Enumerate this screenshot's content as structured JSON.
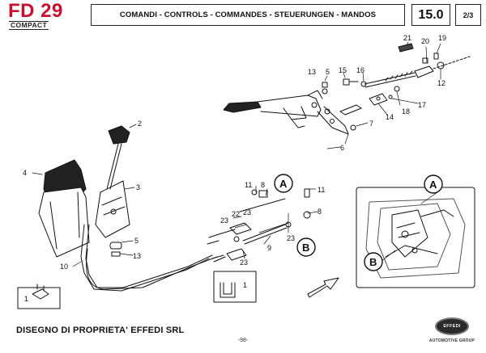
{
  "brand": {
    "model": "FD 29",
    "sub": "COMPACT"
  },
  "header": {
    "title": "COMANDI - CONTROLS - COMMANDES - STEUERUNGEN - MANDOS",
    "section": "15.0",
    "page": "2/3"
  },
  "callouts": [
    "1",
    "2",
    "3",
    "4",
    "5",
    "6",
    "7",
    "8",
    "9",
    "10",
    "11",
    "12",
    "13",
    "14",
    "15",
    "16",
    "17",
    "18",
    "19",
    "20",
    "21",
    "22",
    "23"
  ],
  "labels": {
    "n1_top": "1",
    "n1_bottom": "1",
    "n2": "2",
    "n3": "3",
    "n4": "4",
    "n5_left": "5",
    "n5_top": "5",
    "n6": "6",
    "n7": "7",
    "n8_a": "8",
    "n8_b": "8",
    "n9": "9",
    "n10": "10",
    "n11_a": "11",
    "n11_b": "11",
    "n12": "12",
    "n13_left": "13",
    "n13_top": "13",
    "n14": "14",
    "n15": "15",
    "n16": "16",
    "n17": "17",
    "n18": "18",
    "n19": "19",
    "n20": "20",
    "n21": "21",
    "n22": "22",
    "n23_a": "23",
    "n23_b": "23",
    "n23_c": "23",
    "n23_d": "23",
    "refA_mid": "A",
    "refB_mid": "B",
    "refA_inset": "A",
    "refB_inset": "B"
  },
  "footer": {
    "ownership": "DISEGNO DI PROPRIETA' EFFEDI SRL",
    "page_number": "-98-",
    "logo_text": "EFFEDI",
    "logo_caption": "AUTOMOTIVE GROUP"
  },
  "colors": {
    "brand_red": "#c8102e",
    "ink": "#111111"
  }
}
